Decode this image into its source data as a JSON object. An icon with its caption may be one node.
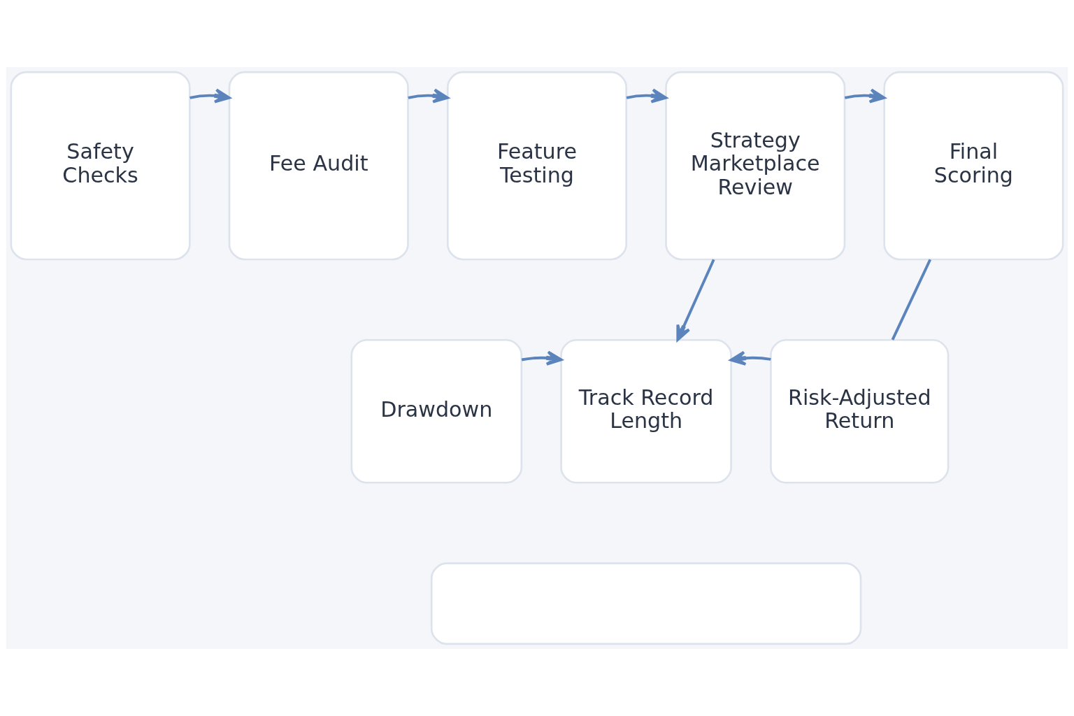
{
  "diagram": {
    "nodes": [
      {
        "text": [
          "Safety Checks"
        ]
      },
      {
        "text": [
          "Fee Audit"
        ]
      },
      {
        "text": [
          "Feature Testing"
        ]
      },
      {
        "text": [
          "Strategy Marketplace Review"
        ]
      },
      {
        "text": [
          "Final Scoring"
        ]
      },
      {
        "text": [
          "Drawdown"
        ]
      },
      {
        "text": [
          "Track Record Length"
        ]
      },
      {
        "text": [
          "Risk-Adjusted Return"
        ]
      },
      {
        "text": [],
        "shape": "box"
      }
    ],
    "edges": [
      {
        "from": 0,
        "to": 1,
        "arrow": "to"
      },
      {
        "from": 1,
        "to": 2,
        "arrow": "to"
      },
      {
        "from": 2,
        "to": 3,
        "arrow": "to"
      },
      {
        "from": 3,
        "to": 4,
        "arrow": "to"
      },
      {
        "from": 3,
        "to": 6,
        "arrow": "to"
      },
      {
        "from": 4,
        "to": 7,
        "arrow": "none"
      },
      {
        "from": 5,
        "to": 6,
        "arrow": "to"
      },
      {
        "from": 7,
        "to": 6,
        "arrow": "to"
      }
    ]
  }
}
